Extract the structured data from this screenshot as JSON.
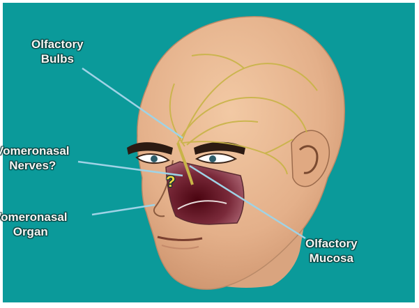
{
  "colors": {
    "background": "#0b9a9a",
    "frame": "#ffffff",
    "skin": "#e7b590",
    "nerve": "#c8b447",
    "cavity": "#5a0f1e",
    "pointer": "#9fd3e6",
    "label_text": "#f4f7f4"
  },
  "labels": {
    "olfactory_bulbs": [
      "Olfactory",
      "Bulbs"
    ],
    "vomeronasal_nerves": [
      "Vomeronasal",
      "Nerves?"
    ],
    "vomeronasal_organ": [
      "Vomeronasal",
      "Organ"
    ],
    "olfactory_mucosa": [
      "Olfactory",
      "Mucosa"
    ],
    "question_mark": "?"
  }
}
